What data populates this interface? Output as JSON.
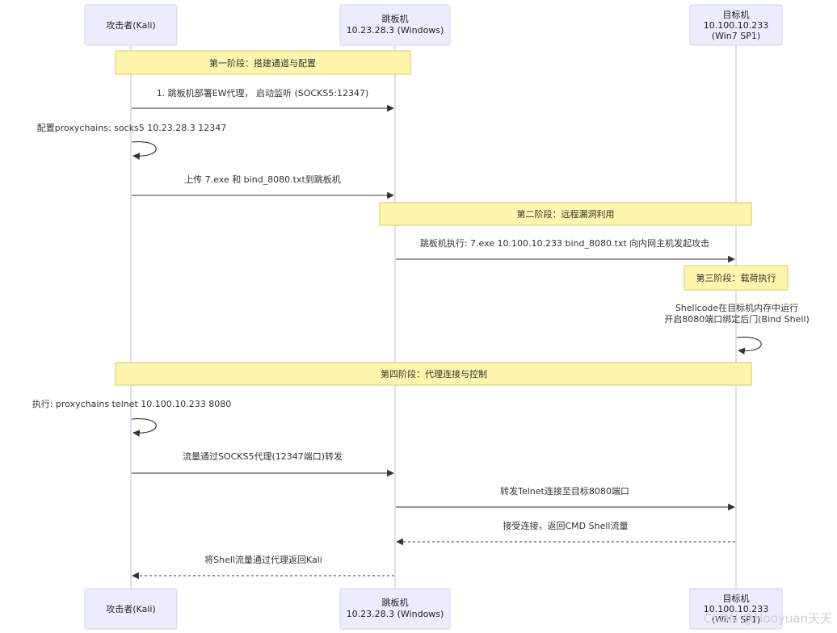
{
  "actors": [
    {
      "lines": [
        "攻击者(Kali)"
      ]
    },
    {
      "lines": [
        "跳板机",
        "10.23.28.3 (Windows)"
      ]
    },
    {
      "lines": [
        "目标机",
        "10.100.10.233",
        "(Win7 SP1)"
      ]
    }
  ],
  "notes": [
    "第一阶段：搭建通道与配置",
    "第二阶段：远程漏洞利用",
    "第三阶段：载荷执行",
    "第四阶段：代理连接与控制"
  ],
  "messages": [
    {
      "lines": [
        "1. 跳板机部署EW代理， 启动监听 (SOCKS5:12347)"
      ],
      "style": "solid"
    },
    {
      "lines": [
        "配置proxychains: socks5 10.23.28.3 12347"
      ],
      "style": "self"
    },
    {
      "lines": [
        "上传 7.exe 和 bind_8080.txt到跳板机"
      ],
      "style": "solid"
    },
    {
      "lines": [
        "跳板机执行: 7.exe 10.100.10.233 bind_8080.txt 向内网主机发起攻击"
      ],
      "style": "solid"
    },
    {
      "lines": [
        "Shellcode在目标机内存中运行",
        "开启8080端口绑定后门(Bind Shell)"
      ],
      "style": "self"
    },
    {
      "lines": [
        "执行: proxychains telnet 10.100.10.233 8080"
      ],
      "style": "self"
    },
    {
      "lines": [
        "流量通过SOCKS5代理(12347端口)转发"
      ],
      "style": "solid"
    },
    {
      "lines": [
        "转发Telnet连接至目标8080端口"
      ],
      "style": "solid"
    },
    {
      "lines": [
        "接受连接，返回CMD Shell流量"
      ],
      "style": "dashed"
    },
    {
      "lines": [
        "将Shell流量通过代理返回Kali"
      ],
      "style": "dashed"
    }
  ],
  "watermark": "CSDN @Hooyuan天天"
}
